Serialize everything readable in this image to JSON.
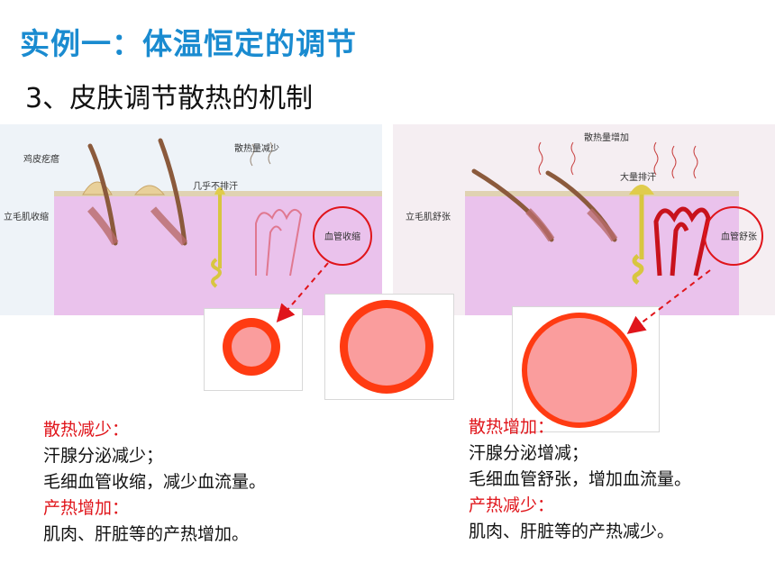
{
  "title": "实例一：体温恒定的调节",
  "subtitle": "3、皮肤调节散热的机制",
  "left_diagram": {
    "labels": {
      "goosebumps": "鸡皮疙瘩",
      "heat_loss": "散热量减少",
      "no_sweat": "几乎不排汗",
      "muscle": "立毛肌收缩",
      "vessel": "血管收缩"
    },
    "skin_color": "#eac2ec",
    "background": "#eef3f8"
  },
  "right_diagram": {
    "labels": {
      "heat_loss": "散热量增加",
      "sweat": "大量排汗",
      "muscle": "立毛肌舒张",
      "vessel": "血管舒张"
    },
    "skin_color": "#eac2ec",
    "background": "#f5eef2"
  },
  "colors": {
    "title": "#1a8bd0",
    "highlight": "#e0151b",
    "vessel_ring": "#ff3b12",
    "vessel_fill": "#fa9d9d"
  },
  "notes_left": {
    "heading1": "散热减少：",
    "line1": "汗腺分泌减少；",
    "line2": "毛细血管收缩，减少血流量。",
    "heading2": "产热增加：",
    "line3": "肌肉、肝脏等的产热增加。"
  },
  "notes_right": {
    "heading1": "散热增加：",
    "line1": "汗腺分泌增减；",
    "line2": "毛细血管舒张，增加血流量。",
    "heading2": "产热减少：",
    "line3": "肌肉、肝脏等的产热减少。"
  }
}
